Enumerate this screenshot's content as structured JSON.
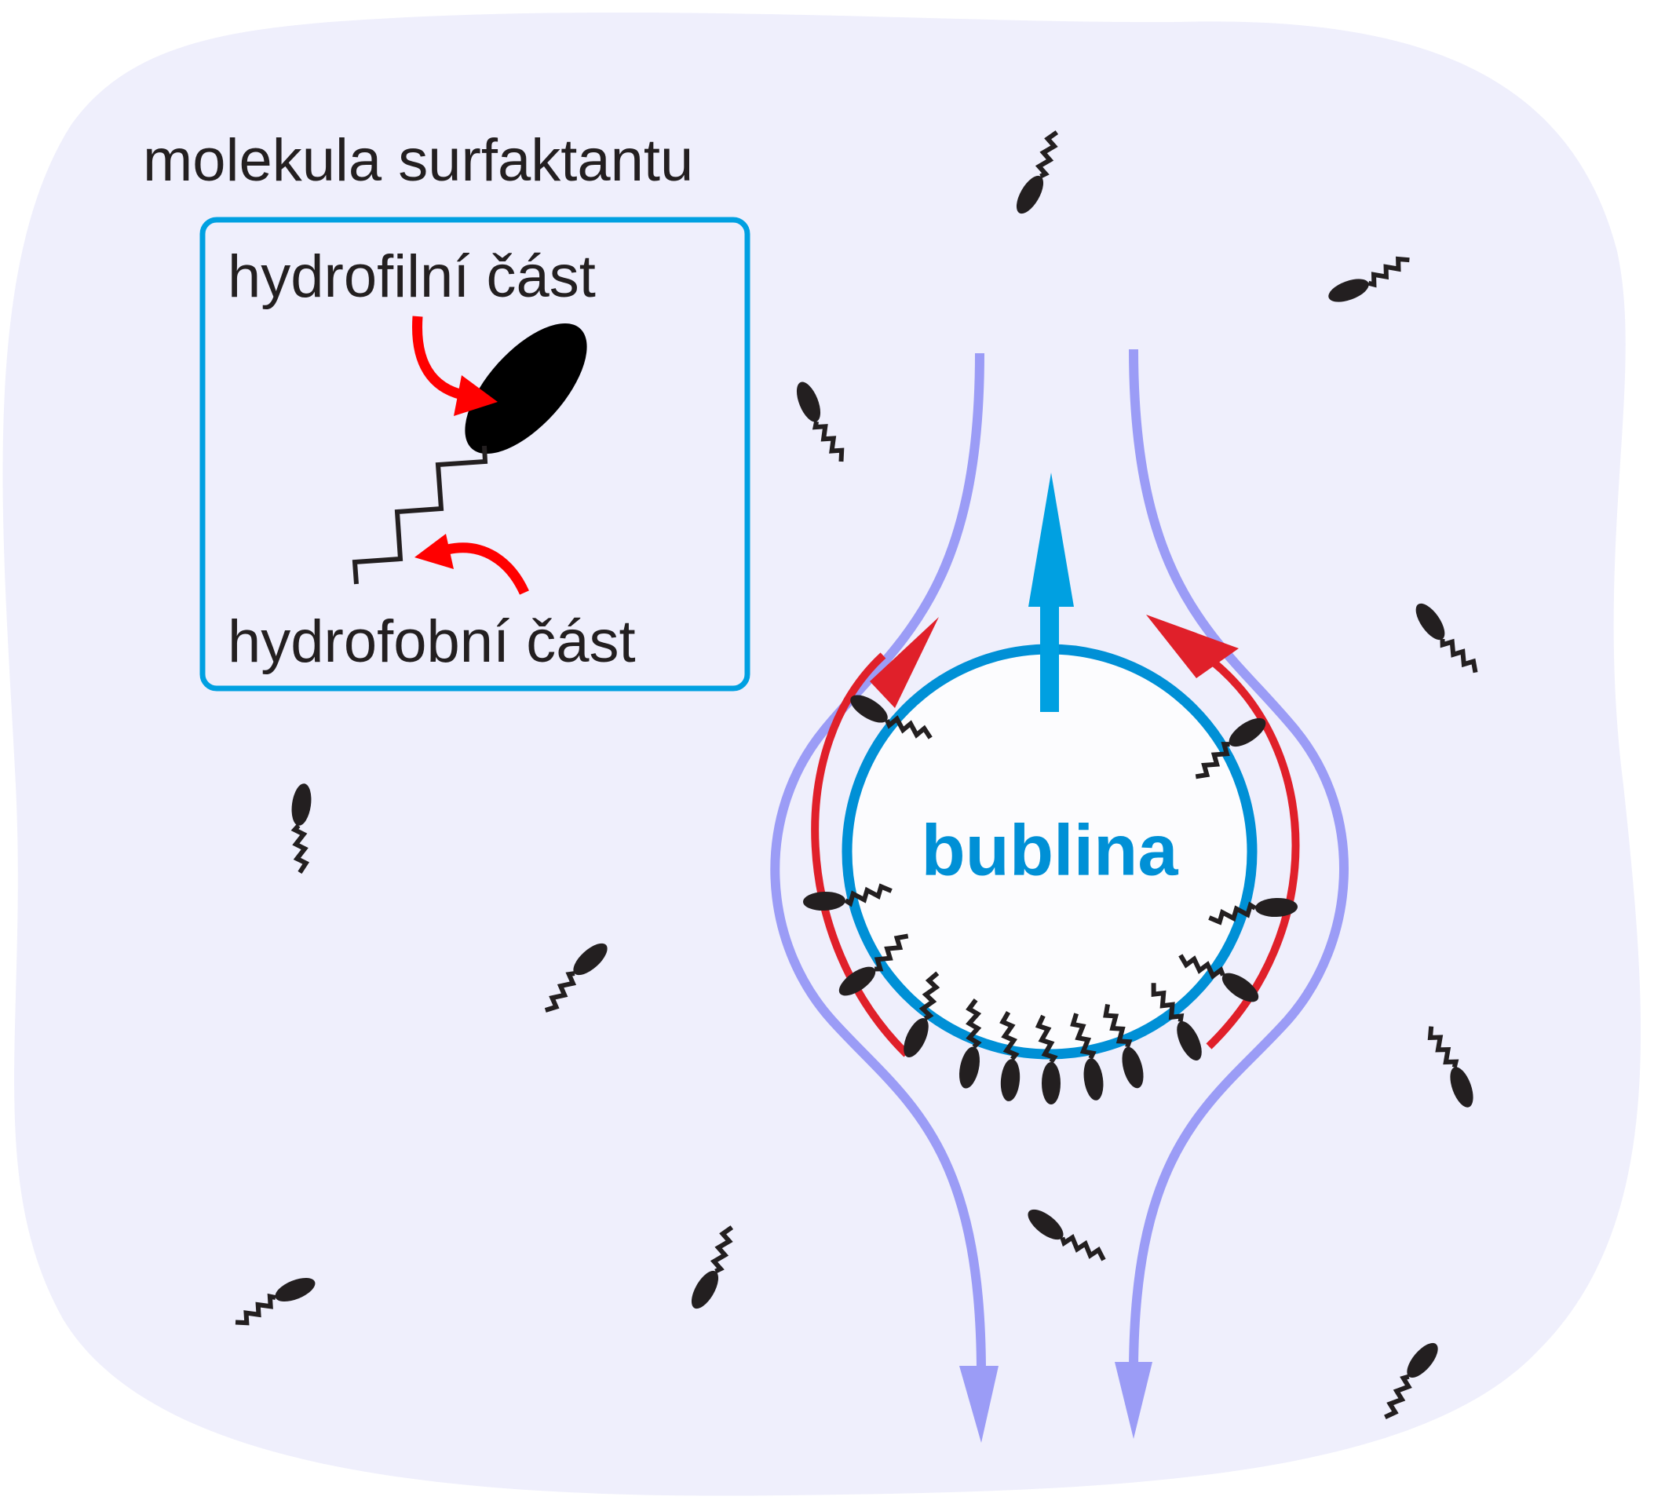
{
  "texts": {
    "title": "molekula surfaktantu",
    "hydrophilic": "hydrofilní část",
    "hydrophobic": "hydrofobní část",
    "bubble": "bublina"
  },
  "colors": {
    "background": "#efeffc",
    "legend_border": "#00a0e1",
    "bubble_outline": "#0090d6",
    "bubble_label": "#0090d6",
    "buoyancy_arrow": "#00a0e1",
    "flow_lines": "#9b9cf6",
    "surface_flow_arrows": "#e0202a",
    "pointer_arrows": "#ff0000",
    "molecules": "#231f20"
  },
  "icons": [
    "surfactant-molecule-icon"
  ]
}
